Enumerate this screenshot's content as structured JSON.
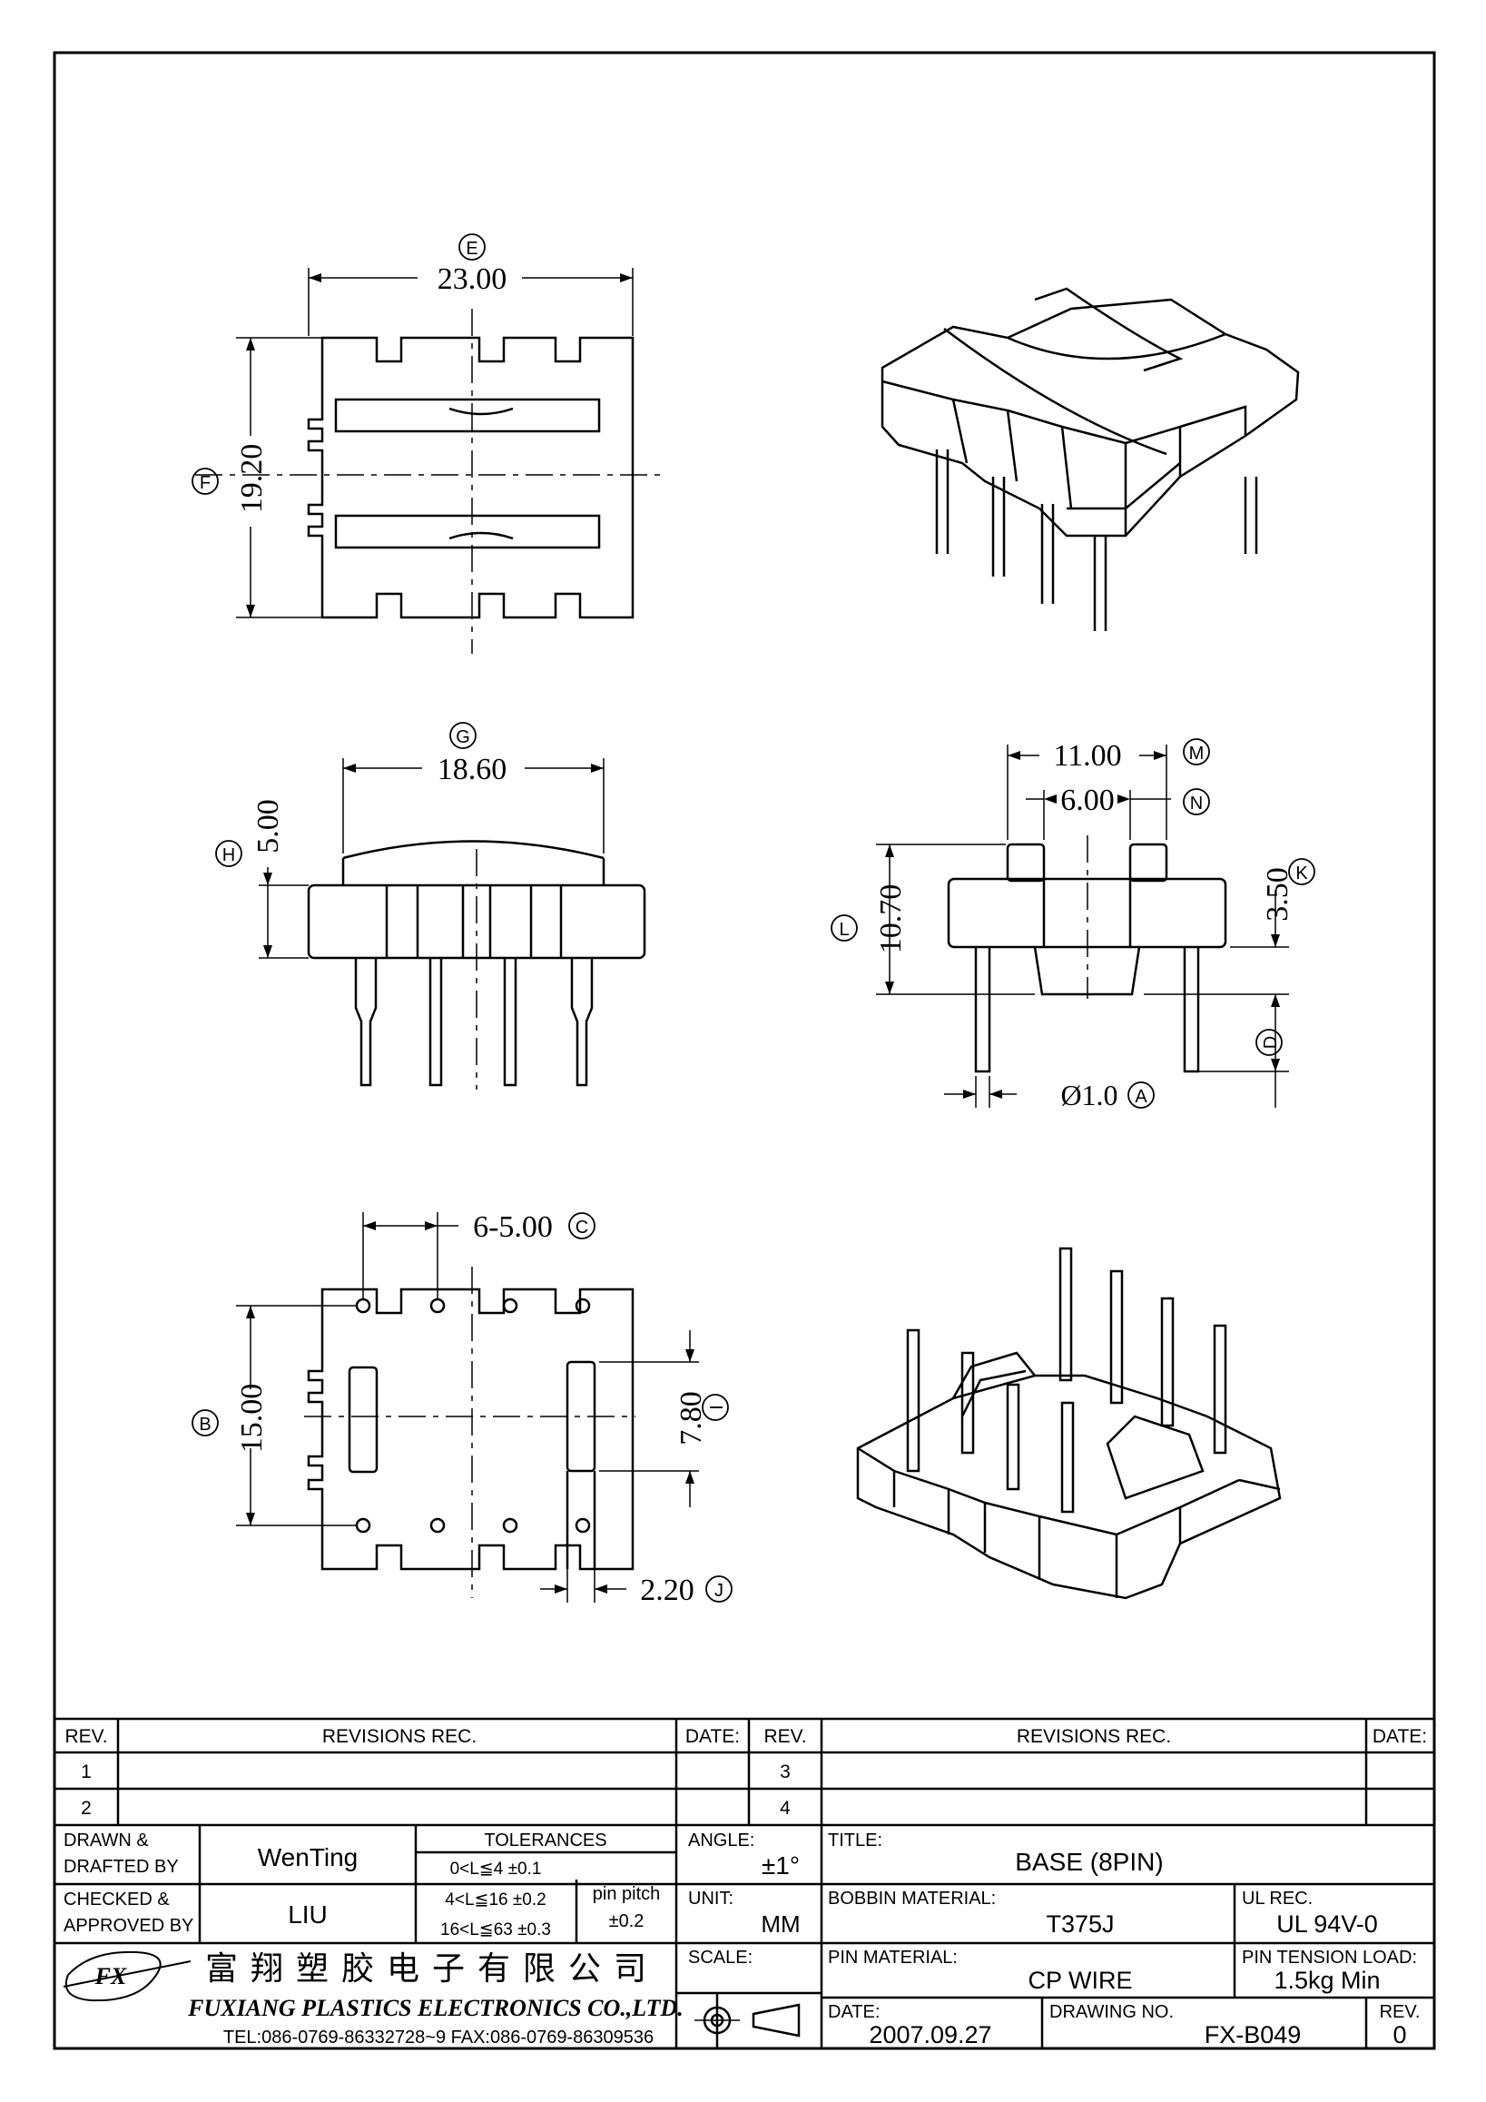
{
  "drawing": {
    "top_view": {
      "dim_width": "23.00",
      "dim_width_tag": "E",
      "dim_height": "19.20",
      "dim_height_tag": "F"
    },
    "front_view": {
      "dim_width": "18.60",
      "dim_width_tag": "G",
      "dim_height": "5.00",
      "dim_height_tag": "H"
    },
    "side_view": {
      "dim_outer": "11.00",
      "dim_outer_tag": "M",
      "dim_inner": "6.00",
      "dim_inner_tag": "N",
      "dim_height": "10.70",
      "dim_height_tag": "L",
      "dim_step": "3.50",
      "dim_step_tag": "K",
      "dim_pin_tag": "D",
      "dim_pin_dia": "Ø1.0",
      "dim_pin_dia_tag": "A"
    },
    "bottom_view": {
      "dim_pitch": "6-5.00",
      "dim_pitch_tag": "C",
      "dim_height": "15.00",
      "dim_height_tag": "B",
      "dim_slot": "7.80",
      "dim_slot_tag": "I",
      "dim_slot_w": "2.20",
      "dim_slot_w_tag": "J"
    }
  },
  "title_block": {
    "rev_header": "REV.",
    "revisions_header": "REVISIONS    REC.",
    "date_header": "DATE:",
    "rev_rows": [
      "1",
      "2",
      "3",
      "4"
    ],
    "drawn_label": "DRAWN  &\nDRAFTED  BY",
    "drawn_value": "WenTing",
    "checked_label": "CHECKED  &\nAPPROVED  BY",
    "checked_value": "LIU",
    "tolerances_label": "TOLERANCES",
    "tol_rows": [
      "0<L≦4    ±0.1",
      "4<L≦16  ±0.2",
      "16<L≦63  ±0.3"
    ],
    "pin_pitch_label": "pin  pitch",
    "pin_pitch_value": "±0.2",
    "angle_label": "ANGLE:",
    "angle_value": "±1°",
    "unit_label": "UNIT:",
    "unit_value": "MM",
    "scale_label": "SCALE:",
    "title_label": "TITLE:",
    "title_value": "BASE  (8PIN)",
    "bobbin_label": "BOBBIN  MATERIAL:",
    "bobbin_value": "T375J",
    "ul_label": "UL  REC.",
    "ul_value": "UL  94V-0",
    "pin_mat_label": "PIN  MATERIAL:",
    "pin_mat_value": "CP    WIRE",
    "tension_label": "PIN  TENSION  LOAD:",
    "tension_value": "1.5kg  Min",
    "date_label": "DATE:",
    "date_value": "2007.09.27",
    "drawing_no_label": "DRAWING  NO.",
    "drawing_no_value": "FX-B049",
    "rev_label": "REV.",
    "rev_value": "0",
    "company_cn": "富 翔 塑 胶 电 子 有 限 公 司",
    "company_en": "FUXIANG  PLASTICS  ELECTRONICS  CO.,LTD.",
    "company_contact": "TEL:086-0769-86332728~9   FAX:086-0769-86309536",
    "logo_text": "FX"
  }
}
